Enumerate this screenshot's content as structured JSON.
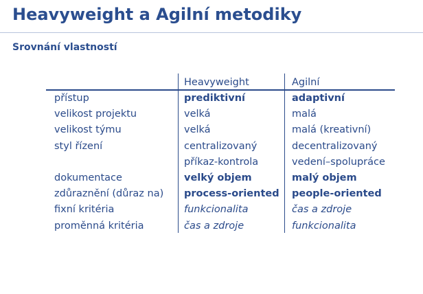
{
  "slide": {
    "title": "Heavyweight a Agilní metodiky",
    "subtitle": "Srovnání vlastností"
  },
  "table": {
    "headers": [
      "",
      "Heavyweight",
      "Agilní"
    ],
    "rows": [
      {
        "label": "přístup",
        "heavyweight": "prediktivní",
        "agile": "adaptivní",
        "style": "bold"
      },
      {
        "label": "velikost projektu",
        "heavyweight": "velká",
        "agile": "malá",
        "style": "normal"
      },
      {
        "label": "velikost týmu",
        "heavyweight": "velká",
        "agile": "malá (kreativní)",
        "style": "normal"
      },
      {
        "label": "styl řízení",
        "heavyweight": "centralizovaný",
        "agile": "decentralizovaný",
        "style": "normal"
      },
      {
        "label": "",
        "heavyweight": "příkaz-kontrola",
        "agile": "vedení–spolupráce",
        "style": "normal"
      },
      {
        "label": "dokumentace",
        "heavyweight": "velký objem",
        "agile": "malý objem",
        "style": "bold"
      },
      {
        "label": "zdůraznění (důraz na)",
        "heavyweight": "process-oriented",
        "agile": "people-oriented",
        "style": "bold"
      },
      {
        "label": "fixní kritéria",
        "heavyweight": "funkcionalita",
        "agile": "čas a zdroje",
        "style": "italic"
      },
      {
        "label": "proměnná kritéria",
        "heavyweight": "čas a zdroje",
        "agile": "funkcionalita",
        "style": "italic"
      }
    ]
  }
}
